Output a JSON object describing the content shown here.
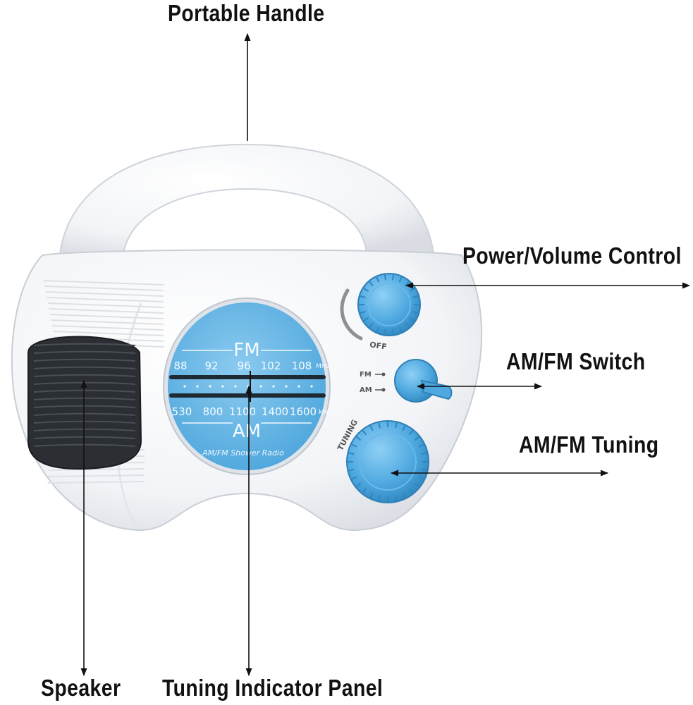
{
  "callouts": {
    "portable_handle": "Portable Handle",
    "power_volume": "Power/Volume Control",
    "amfm_switch": "AM/FM Switch",
    "amfm_tuning": "AM/FM Tuning",
    "speaker": "Speaker",
    "tuning_panel": "Tuning Indicator Panel"
  },
  "dial": {
    "fm_band": "FM",
    "am_band": "AM",
    "fm_freqs": [
      "88",
      "92",
      "96",
      "102",
      "108"
    ],
    "fm_unit": "MHz",
    "am_freqs": [
      "530",
      "800",
      "1100",
      "1400",
      "1600"
    ],
    "am_unit": "kHz",
    "product_name": "AM/FM Shower Radio"
  },
  "controls": {
    "off_label": "OFF",
    "fm_label": "FM",
    "am_label": "AM",
    "tuning_label": "TUNING"
  },
  "colors": {
    "knob_blue": "#4fa9e0",
    "dial_blue": "#6ab8e6",
    "body_white": "#f7f8fa",
    "text_dark": "#111111"
  }
}
